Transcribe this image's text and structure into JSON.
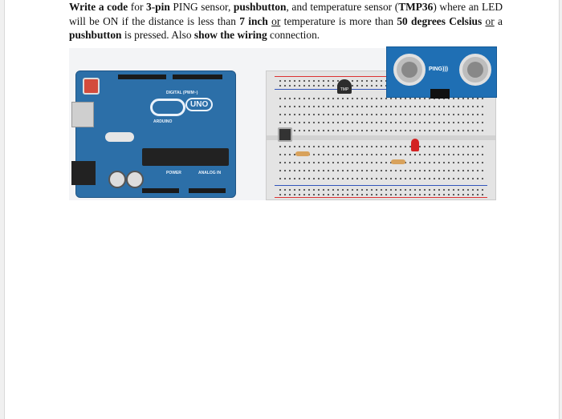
{
  "question": {
    "write_a_code": "Write a code",
    "for": " for ",
    "sensor_spec": "3-pin",
    "ping_sensor": " PING sensor, ",
    "pushbutton": "pushbutton",
    "and_temp": ", and temperature sensor (",
    "tmp36": "TMP36",
    "where_led": ") where an LED will be ON if the distance is less than ",
    "seven_inch": "7 inch",
    "sp1": " ",
    "or1": "or",
    "temp_more": " temperature is more than ",
    "fifty_deg": "50 degrees Celsius",
    "sp2": " ",
    "or2": "or",
    "a": " a ",
    "pushbutton2": "pushbutton",
    "is_pressed": " is pressed. Also ",
    "show_wiring": "show the wiring",
    "connection": " connection."
  },
  "diagram": {
    "arduino": {
      "digital_label": "DIGITAL (PWM~)",
      "uno_label": "UNO",
      "brand_label": "ARDUINO",
      "power_label": "POWER",
      "analog_label": "ANALOG IN"
    },
    "ping": {
      "label": "PING)))"
    },
    "tmp": {
      "label": "TMP"
    },
    "colors": {
      "arduino_board": "#2c6fa8",
      "ping_board": "#1f6fb4",
      "led": "#d32222",
      "rail_red": "#d33",
      "rail_blue": "#3355bb"
    }
  }
}
